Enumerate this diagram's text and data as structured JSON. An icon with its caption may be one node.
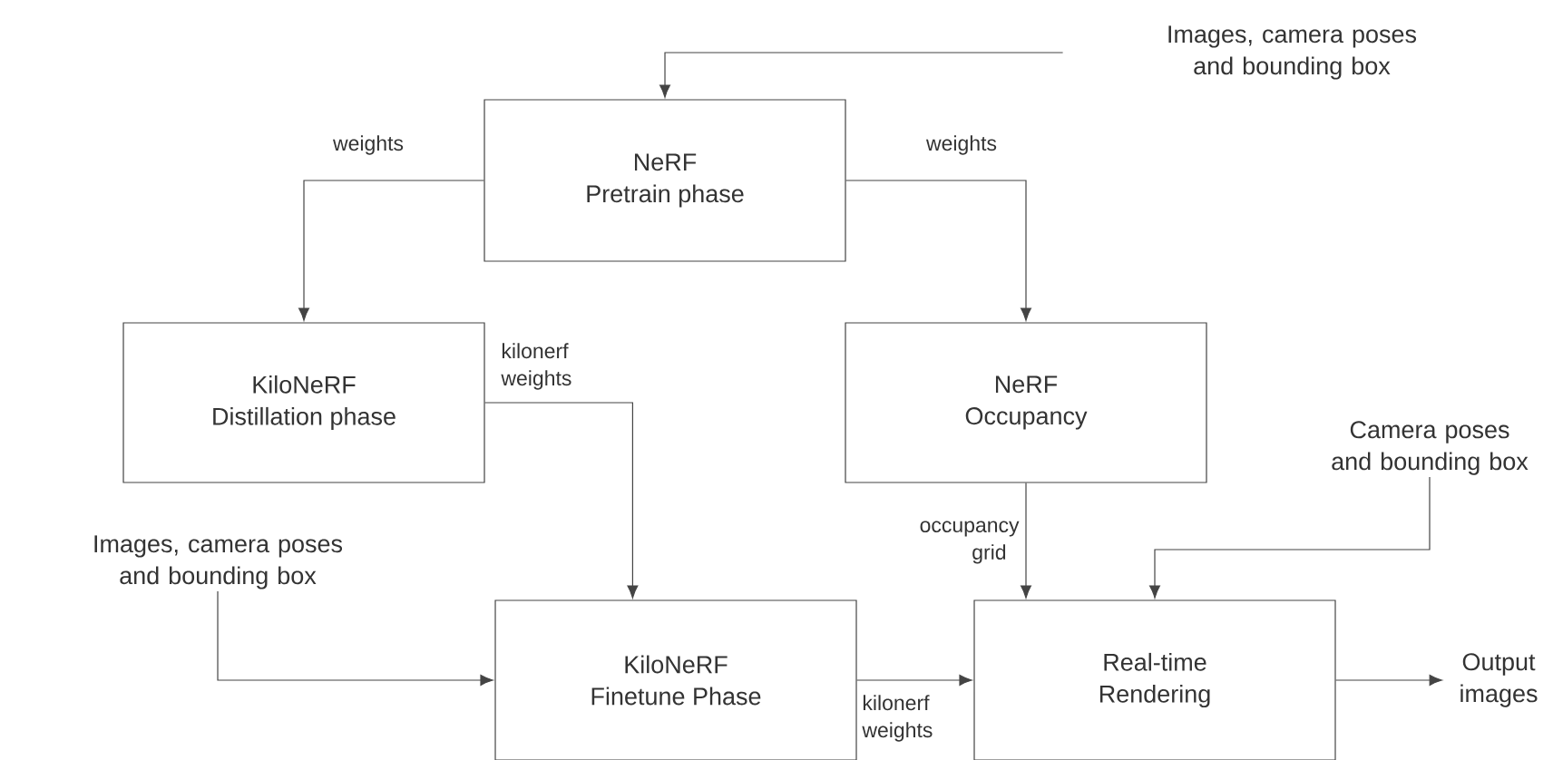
{
  "diagram": {
    "nodes": [
      {
        "text": [
          "NeRF",
          "Pretrain phase"
        ]
      },
      {
        "text": [
          "Images, camera poses and bounding box"
        ]
      },
      {
        "text": [
          "KiloNeRF",
          "Distillation phase"
        ]
      },
      {
        "text": [
          "NeRF",
          "Occupancy"
        ]
      },
      {
        "text": [
          "Images, camera poses and bounding box"
        ]
      },
      {
        "text": [
          "Camera poses and bounding box"
        ]
      },
      {
        "text": [
          "KiloNeRF",
          "Finetune Phase"
        ]
      },
      {
        "text": [
          "Real-time Rendering"
        ]
      },
      {
        "text": [
          "Output images"
        ]
      }
    ],
    "edges": [
      {
        "from": 1,
        "to": 0,
        "arrow": "to"
      },
      {
        "from": 0,
        "to": 2,
        "arrow": "to",
        "label": "weights"
      },
      {
        "from": 0,
        "to": 3,
        "arrow": "to",
        "label": "weights"
      },
      {
        "from": 2,
        "to": 6,
        "arrow": "to",
        "label": "kilonerf weights"
      },
      {
        "from": 3,
        "to": 7,
        "arrow": "to",
        "label": "occupancy grid"
      },
      {
        "from": 5,
        "to": 7,
        "arrow": "to"
      },
      {
        "from": 4,
        "to": 6,
        "arrow": "to"
      },
      {
        "from": 6,
        "to": 7,
        "arrow": "to",
        "label": "kilonerf weights"
      },
      {
        "from": 7,
        "to": 8,
        "arrow": "to"
      }
    ]
  }
}
